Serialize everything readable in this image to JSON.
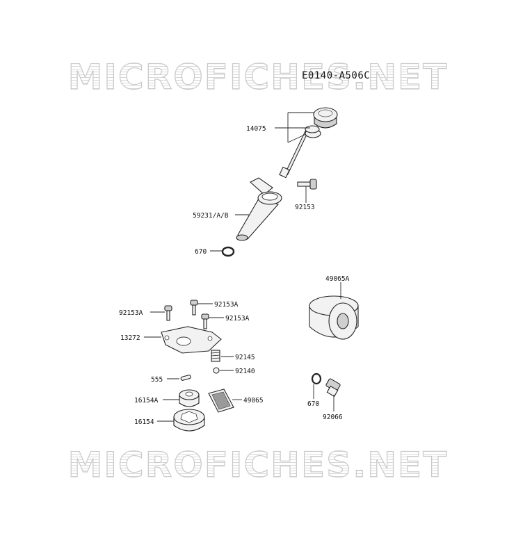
{
  "watermark": {
    "top": "MICROFICHES.NET",
    "bottom": "MICROFICHES.NET"
  },
  "diagram_code": "E0140-A506C",
  "labels": {
    "p14075": "14075",
    "p92153": "92153",
    "p59231": "59231/A/B",
    "p670_top": "670",
    "p49065A": "49065A",
    "p92153A_1": "92153A",
    "p92153A_2": "92153A",
    "p92153A_3": "92153A",
    "p13272": "13272",
    "p92145": "92145",
    "p92140": "92140",
    "p555": "555",
    "p16154A": "16154A",
    "p49065": "49065",
    "p16154": "16154",
    "p670_bottom": "670",
    "p92066": "92066"
  }
}
